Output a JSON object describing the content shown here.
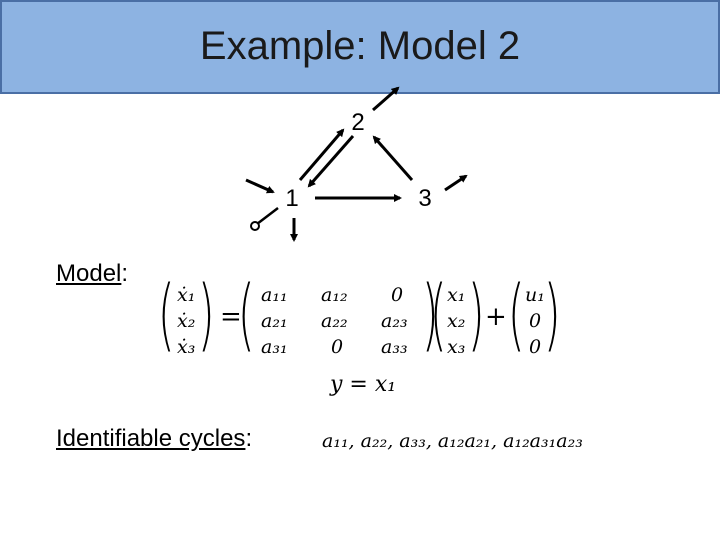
{
  "title": "Example: Model 2",
  "graph": {
    "nodes": [
      "1",
      "2",
      "3"
    ]
  },
  "model_label": "Model",
  "model_colon": ":",
  "equation": {
    "lhs": [
      "ẋ₁",
      "ẋ₂",
      "ẋ₃"
    ],
    "equals": "=",
    "matrix": [
      [
        "a₁₁",
        "a₁₂",
        "0"
      ],
      [
        "a₂₁",
        "a₂₂",
        "a₂₃"
      ],
      [
        "a₃₁",
        "0",
        "a₃₃"
      ]
    ],
    "state": [
      "x₁",
      "x₂",
      "x₃"
    ],
    "plus": "+",
    "input": [
      "u₁",
      "0",
      "0"
    ],
    "output": "y = x₁"
  },
  "cycles_label": "Identifiable cycles",
  "cycles_colon": ":",
  "cycles": "a₁₁,  a₂₂,  a₃₃,  a₁₂a₂₁,  a₁₂a₃₁a₂₃"
}
